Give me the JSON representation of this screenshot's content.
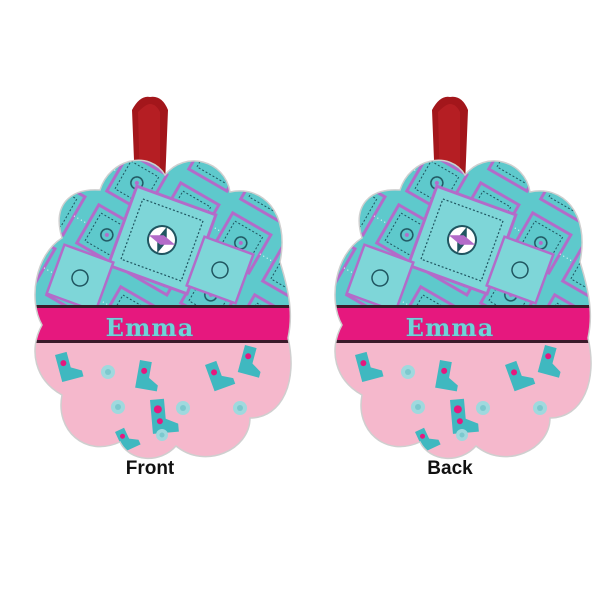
{
  "ornaments": [
    {
      "caption": "Front",
      "name_text": "Emma"
    },
    {
      "caption": "Back",
      "name_text": "Emma"
    }
  ],
  "colors": {
    "ribbon": "#a3161b",
    "bandana_teal": "#5ec9cc",
    "pattern_purple": "#b36bc9",
    "name_band": "#e6187e",
    "boots_background": "#f5b8cc",
    "boot_teal": "#3fb8c0",
    "boot_pink": "#e6187e",
    "flower": "#9fd9de"
  },
  "icons": [
    "ribbon-hanger",
    "cowboy-boot-icon",
    "flower-icon",
    "bandana-medallion"
  ]
}
